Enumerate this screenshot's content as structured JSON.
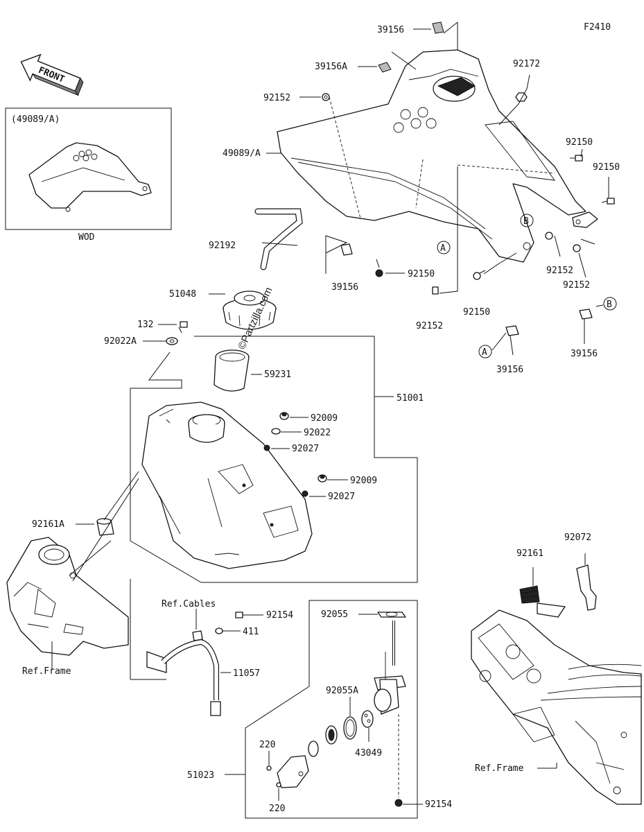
{
  "figure_code": "F2410",
  "front_label": "FRONT",
  "watermark": "©Partzilla.com",
  "inset": {
    "title": "(49089/A)",
    "caption": "WOD"
  },
  "part_labels": {
    "p39156_top": "39156",
    "p39156a": "39156A",
    "p92172": "92172",
    "p92152_a": "92152",
    "p92150_a": "92150",
    "p92150_b": "92150",
    "p49089a": "49089/A",
    "p92192": "92192",
    "p51048": "51048",
    "p132": "132",
    "p92022a": "92022A",
    "p59231": "59231",
    "p51001": "51001",
    "p92009_a": "92009",
    "p92022": "92022",
    "p92027_a": "92027",
    "p92009_b": "92009",
    "p92027_b": "92027",
    "p92161a": "92161A",
    "p39156_mid": "39156",
    "p92150_c": "92150",
    "p92152_b": "92152",
    "p92150_d": "92150",
    "p92152_c": "92152",
    "p92152_d": "92152",
    "p39156_right": "39156",
    "p39156_low": "39156",
    "p92072": "92072",
    "p92161": "92161",
    "ref_cables": "Ref.Cables",
    "p92154_a": "92154",
    "p411": "411",
    "p11057": "11057",
    "ref_frame_left": "Ref.Frame",
    "p92055": "92055",
    "p92055a": "92055A",
    "p43049": "43049",
    "p220_a": "220",
    "p220_b": "220",
    "p51023": "51023",
    "p92154_b": "92154",
    "ref_frame_right": "Ref.Frame"
  },
  "callouts": {
    "a1": "A",
    "a2": "A",
    "b1": "B",
    "b2": "B"
  }
}
